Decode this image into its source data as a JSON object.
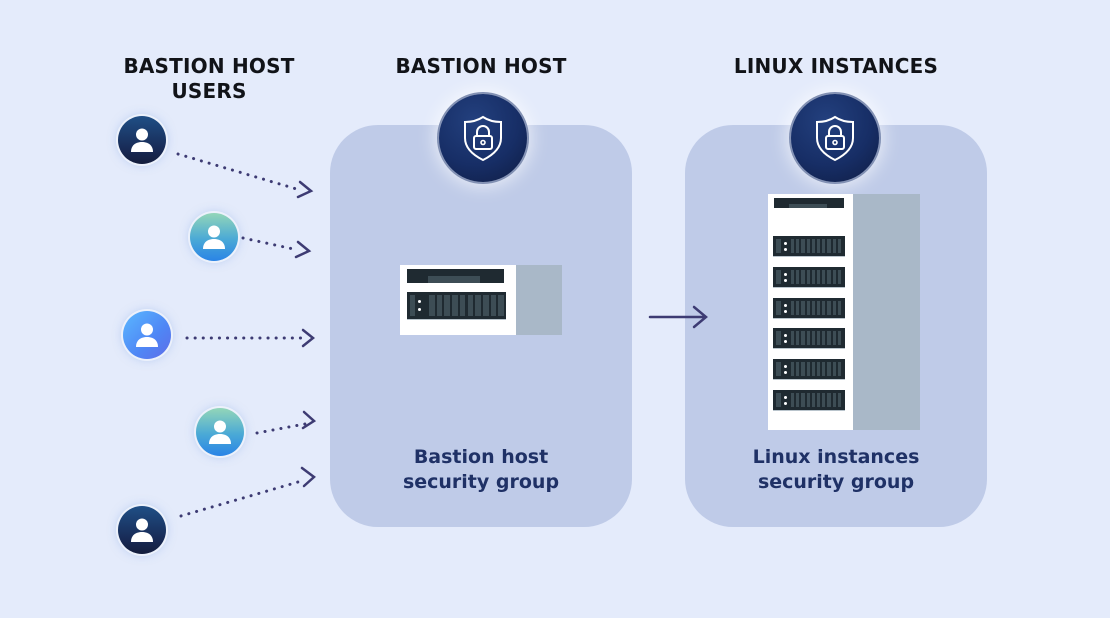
{
  "headings": {
    "users": "BASTION HOST\nUSERS",
    "users_line1": "BASTION HOST",
    "users_line2": "USERS",
    "bastion": "BASTION HOST",
    "linux": "LINUX INSTANCES"
  },
  "groups": {
    "bastion": {
      "label_line1": "Bastion host",
      "label_line2": "security group",
      "icon": "shield-lock-icon",
      "servers": 1
    },
    "linux": {
      "label_line1": "Linux instances",
      "label_line2": "security group",
      "icon": "shield-lock-icon",
      "servers": 6
    }
  },
  "users": [
    {
      "name": "user-1",
      "style": "dark-navy"
    },
    {
      "name": "user-2",
      "style": "teal-blue"
    },
    {
      "name": "user-3",
      "style": "bright-blue"
    },
    {
      "name": "user-4",
      "style": "teal-blue"
    },
    {
      "name": "user-5",
      "style": "dark-navy"
    }
  ],
  "colors": {
    "background": "#e4ebfb",
    "group_box": "#bfcbe8",
    "label_text": "#1f3166",
    "arrow": "#3d3b73",
    "badge": "#172e66"
  }
}
